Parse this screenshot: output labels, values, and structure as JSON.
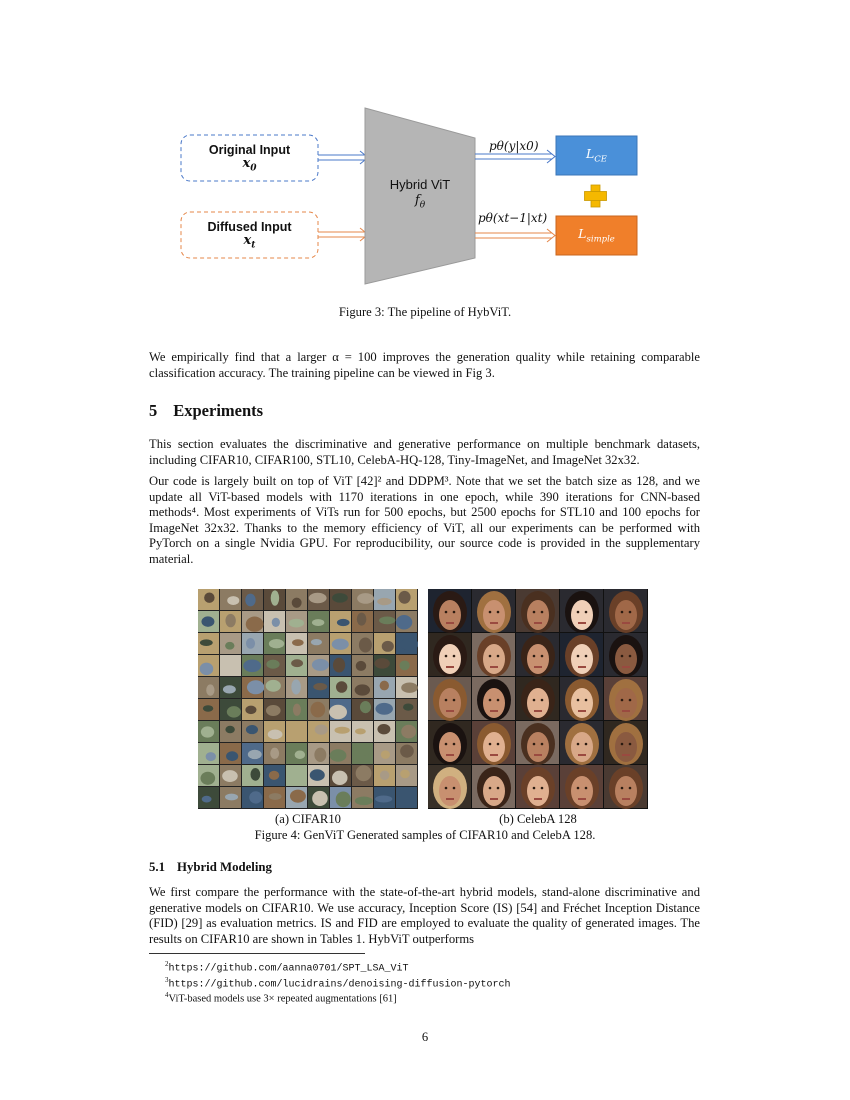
{
  "figure3": {
    "input_top_label": "Original Input",
    "input_top_math": "x",
    "input_top_sub": "0",
    "input_bottom_label": "Diffused Input",
    "input_bottom_math": "x",
    "input_bottom_sub": "t",
    "model_label": "Hybrid ViT",
    "model_math": "f",
    "model_sub": "θ",
    "top_output": "pθ(y|x0)",
    "bottom_output": "pθ(xt−1|xt)",
    "loss_top": "L",
    "loss_top_sub": "CE",
    "loss_bottom": "L",
    "loss_bottom_sub": "simple",
    "plus_color": "#f5b800",
    "loss_top_color": "#4a90d9",
    "loss_bottom_color": "#f07f2a",
    "caption": "Figure 3: The pipeline of HybViT."
  },
  "para1": "We empirically find that a larger α = 100 improves the generation quality while retaining comparable classification accuracy. The training pipeline can be viewed in Fig 3.",
  "section5": {
    "number": "5",
    "title": "Experiments"
  },
  "para2": "This section evaluates the discriminative and generative performance on multiple benchmark datasets, including CIFAR10, CIFAR100, STL10, CelebA-HQ-128, Tiny-ImageNet, and ImageNet 32x32.",
  "para3": "Our code is largely built on top of ViT [42]² and DDPM³. Note that we set the batch size as 128, and we update all ViT-based models with 1170 iterations in one epoch, while 390 iterations for CNN-based methods⁴. Most experiments of ViTs run for 500 epochs, but 2500 epochs for STL10 and 100 epochs for ImageNet 32x32. Thanks to the memory efficiency of ViT, all our experiments can be performed with PyTorch on a single Nvidia GPU. For reproducibility, our source code is provided in the supplementary material.",
  "figure4": {
    "sub_a": "(a) CIFAR10",
    "sub_b": "(b) CelebA 128",
    "caption": "Figure 4: GenViT Generated samples of CIFAR10 and CelebA 128."
  },
  "section51": {
    "number": "5.1",
    "title": "Hybrid Modeling"
  },
  "para4": "We first compare the performance with the state-of-the-art hybrid models, stand-alone discriminative and generative models on CIFAR10. We use accuracy, Inception Score (IS) [54] and Fréchet Inception Distance (FID) [29] as evaluation metrics. IS and FID are employed to evaluate the quality of generated images. The results on CIFAR10 are shown in Tables 1. HybViT outperforms",
  "footnotes": [
    {
      "mark": "2",
      "text": "https://github.com/aanna0701/SPT_LSA_ViT"
    },
    {
      "mark": "3",
      "text": "https://github.com/lucidrains/denoising-diffusion-pytorch"
    },
    {
      "mark": "4",
      "text": "ViT-based models use 3× repeated augmentations [61]"
    }
  ],
  "page_number": "6"
}
